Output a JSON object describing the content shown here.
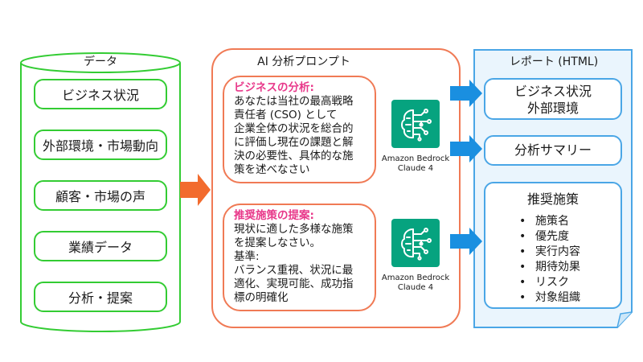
{
  "data_column": {
    "title": "データ",
    "items": [
      "ビジネス状況",
      "外部環境・市場動向",
      "顧客・市場の声",
      "業績データ",
      "分析・提案"
    ]
  },
  "prompt_column": {
    "title": "AI 分析プロンプト",
    "analysis": {
      "title": "ビジネスの分析:",
      "lines": [
        "あなたは当社の最高戦略",
        "責任者 (CSO) として",
        "企業全体の状況を総合的",
        "に評価し現在の課題と解",
        "決の必要性、具体的な施",
        "策を述べなさい"
      ]
    },
    "proposal": {
      "title": "推奨施策の提案:",
      "lines": [
        "現状に適した多様な施策",
        "を提案しなさい。",
        "基準:",
        "バランス重視、状況に最",
        "適化、実現可能、成功指",
        "標の明確化"
      ]
    }
  },
  "models": [
    {
      "name_line1": "Amazon Bedrock",
      "name_line2": "Claude 4",
      "icon": "bedrock-brain-icon"
    },
    {
      "name_line1": "Amazon Bedrock",
      "name_line2": "Claude 4",
      "icon": "bedrock-brain-icon"
    }
  ],
  "report_column": {
    "title": "レポート (HTML)",
    "items": [
      {
        "line1": "ビジネス状況",
        "line2": "外部環境"
      },
      {
        "line1": "分析サマリー"
      }
    ],
    "recommend": {
      "title": "推奨施策",
      "bullets": [
        "施策名",
        "優先度",
        "実行内容",
        "期待効果",
        "リスク",
        "対象組織"
      ]
    }
  },
  "colors": {
    "data_border": "#33cc33",
    "prompt_border": "#f07a55",
    "prompt_title": "#e8388a",
    "report_border": "#4aa6e6",
    "arrow_orange": "#f26b2e",
    "arrow_blue": "#1a8fe0",
    "bedrock_green": "#06a37f"
  }
}
